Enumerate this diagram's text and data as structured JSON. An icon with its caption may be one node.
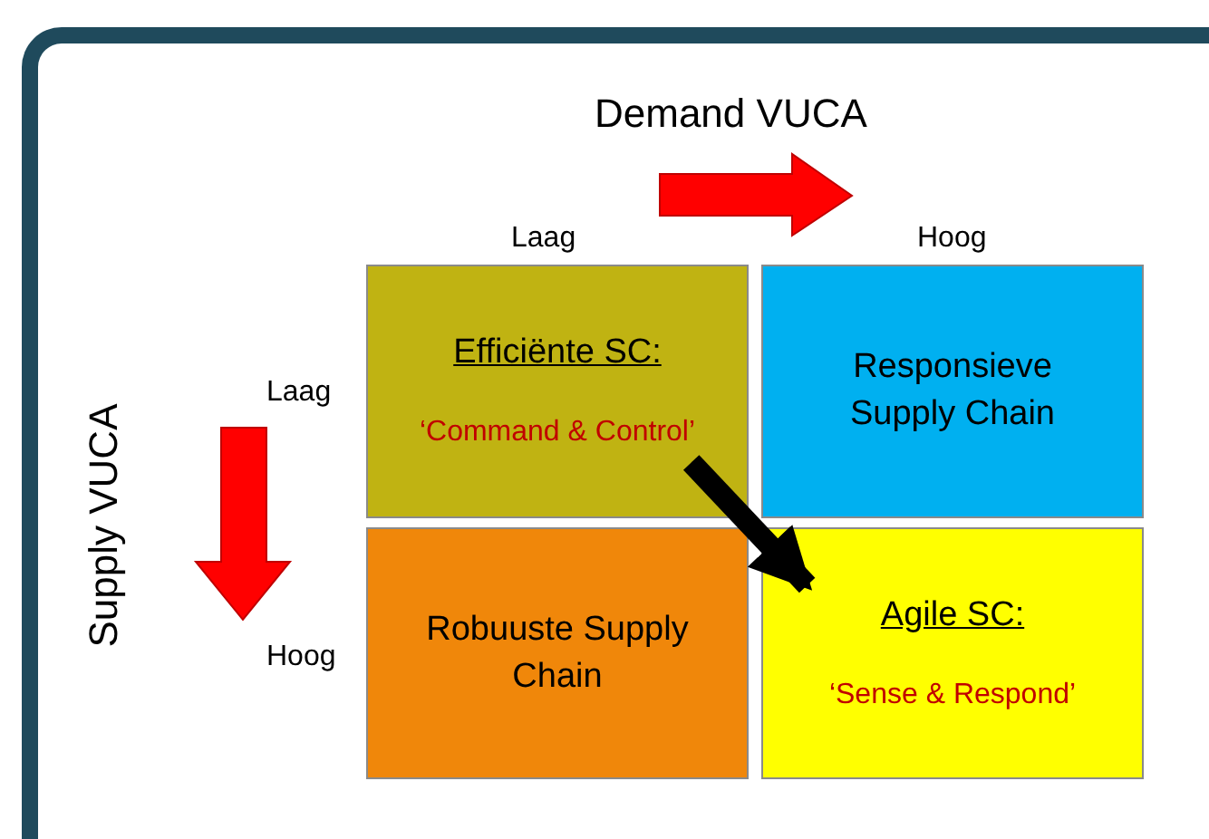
{
  "diagram": {
    "nodes": [
      {
        "text": [
          "Efficiënte SC:",
          "‘Command & Control’"
        ]
      },
      {
        "text": [
          "Responsieve Supply Chain"
        ]
      },
      {
        "text": [
          "Robuuste Supply Chain"
        ]
      },
      {
        "text": [
          "Agile SC:",
          "‘Sense & Respond’"
        ]
      }
    ],
    "edges": [
      {
        "from": 0,
        "to": 3,
        "arrow": "to"
      }
    ],
    "labels": [
      "Demand VUCA",
      "Laag",
      "Hoog",
      "Supply VUCA",
      "Laag",
      "Hoog"
    ]
  }
}
